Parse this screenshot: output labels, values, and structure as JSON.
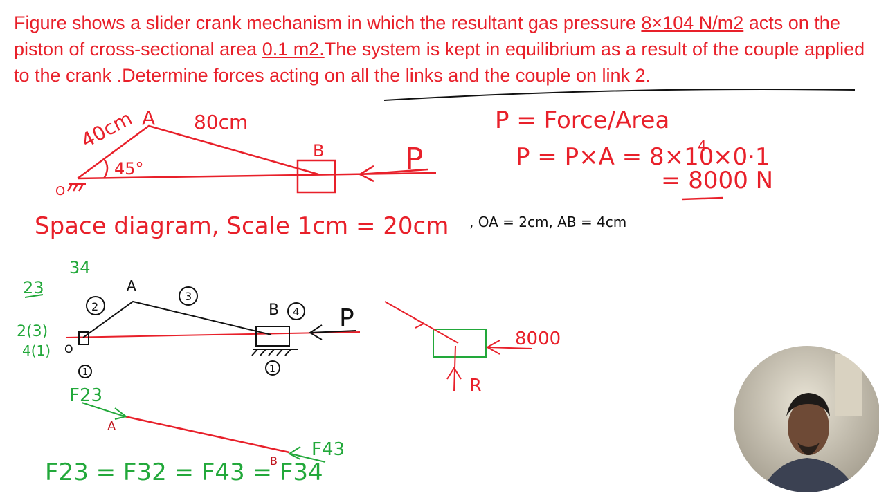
{
  "problem": {
    "part1": "Figure shows a slider crank mechanism in which the resultant gas pressure ",
    "pressure": "8×104 N/m2",
    "part2": " acts on the piston of cross-sectional area ",
    "area": "0.1 m2.",
    "part3": "The system is kept in equilibrium as a result of the couple applied to the crank .Determine forces acting on all the links and the couple on link 2."
  },
  "figure": {
    "oa_length": "40cm",
    "ab_length": "80cm",
    "angle": "45°",
    "point_a": "A",
    "point_b": "B",
    "point_o": "O",
    "force_p": "P"
  },
  "calc": {
    "line1": "P = Force/Area",
    "line2": "P = P×A = 8×10",
    "exponent": "4",
    "line2_tail": "×0·1",
    "line3": "= 8000 N"
  },
  "space": {
    "heading": "Space diagram, Scale 1cm = 20cm",
    "dims": ", OA = 2cm, AB = 4cm"
  },
  "diagram": {
    "pair_23": "23",
    "pair_34": "34",
    "pair_2_3": "2(3)",
    "pair_41": "4(1)",
    "link_2": "2",
    "link_3": "3",
    "link_4": "4",
    "ground_1": "1",
    "ground_1b": "1",
    "point_a": "A",
    "point_b": "B",
    "point_o": "O",
    "force_p": "P"
  },
  "slider_fbd": {
    "force": "8000",
    "reaction": "R"
  },
  "rod_fbd": {
    "f23": "F23",
    "f43": "F43",
    "point_a": "A",
    "point_b": "B"
  },
  "equation": {
    "text": "F23 = F32 = F43 = F34"
  },
  "colors": {
    "red": "#e8202a",
    "green": "#22a83a",
    "black": "#111111",
    "teal": "#2aa6a0"
  }
}
